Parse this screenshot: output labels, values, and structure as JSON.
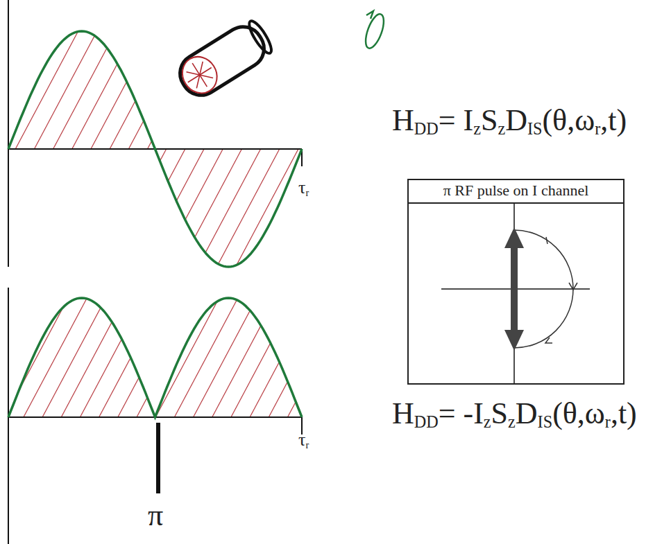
{
  "diagram": {
    "nodes": [
      {
        "text": [
          "π RF pulse on I channel"
        ]
      }
    ],
    "labels": [
      "HDD= IzSzDIS(θ,ωr,t)",
      "τr",
      "τr",
      "π",
      "HDD= -IzSzDIS(θ,ωr,t)"
    ]
  }
}
